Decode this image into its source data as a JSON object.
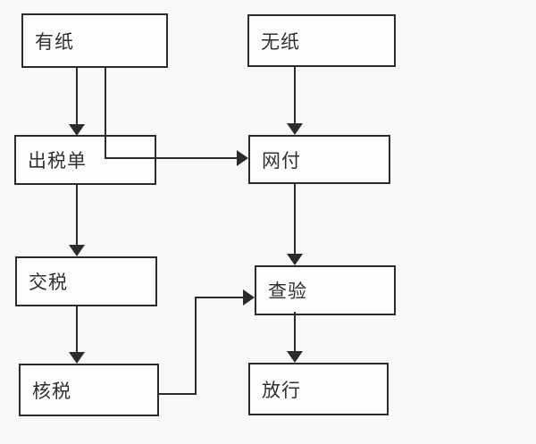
{
  "diagram": {
    "type": "flowchart",
    "background_color": "#f8f8f8",
    "box_fill_color": "#fdfdfd",
    "line_color": "#2b2b2b",
    "text_color": "#303030",
    "nodes": [
      {
        "id": "you-zhi",
        "label": "有纸"
      },
      {
        "id": "wu-zhi",
        "label": "无纸"
      },
      {
        "id": "chu-shui-dan",
        "label": "出税单"
      },
      {
        "id": "wang-fu",
        "label": "网付"
      },
      {
        "id": "jiao-shui",
        "label": "交税"
      },
      {
        "id": "cha-yan",
        "label": "查验"
      },
      {
        "id": "he-shui",
        "label": "核税"
      },
      {
        "id": "fang-xing",
        "label": "放行"
      }
    ],
    "edges": [
      {
        "from": "有纸",
        "to": "出税单"
      },
      {
        "from": "有纸",
        "to": "网付"
      },
      {
        "from": "无纸",
        "to": "网付"
      },
      {
        "from": "出税单",
        "to": "交税"
      },
      {
        "from": "网付",
        "to": "查验"
      },
      {
        "from": "交税",
        "to": "核税"
      },
      {
        "from": "核税",
        "to": "查验"
      },
      {
        "from": "查验",
        "to": "放行"
      }
    ]
  }
}
